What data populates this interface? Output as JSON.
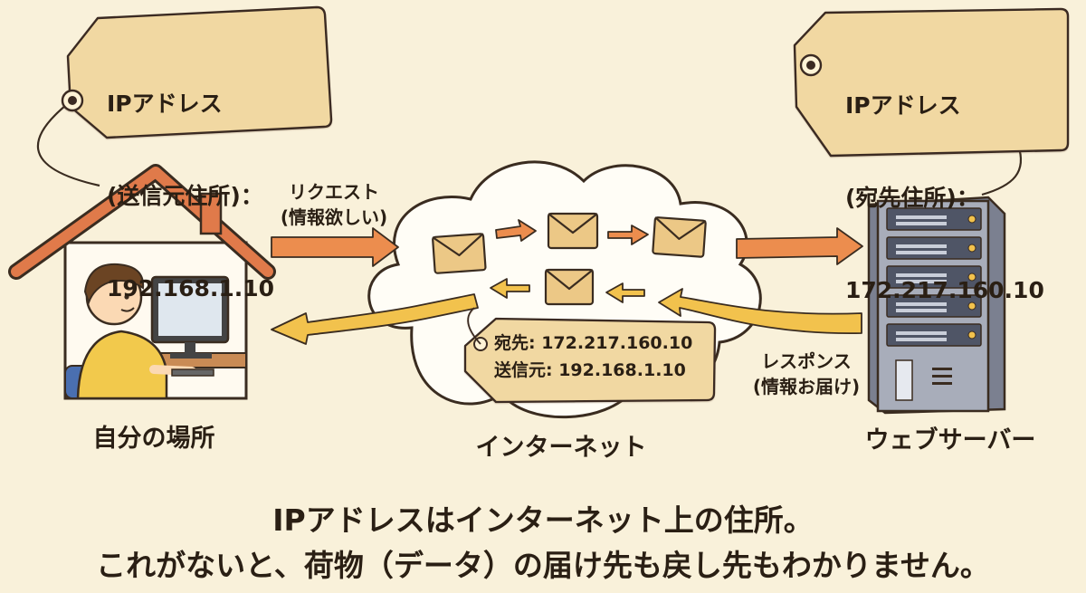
{
  "source_tag": {
    "line1": "IPアドレス",
    "line2": "(送信元住所)：",
    "line3": "192.168.1.10"
  },
  "dest_tag": {
    "line1": "IPアドレス",
    "line2": "(宛先住所)：",
    "line3": "172.217.160.10"
  },
  "request_label": {
    "line1": "リクエスト",
    "line2": "(情報欲しい)"
  },
  "response_label": {
    "line1": "レスポンス",
    "line2": "(情報お届け)"
  },
  "packet_tag": {
    "line1": "宛先: 172.217.160.10",
    "line2": "送信元: 192.168.1.10"
  },
  "home_label": "自分の場所",
  "internet_label": "インターネット",
  "server_label": "ウェブサーバー",
  "caption": {
    "line1": "IPアドレスはインターネット上の住所。",
    "line2": "これがないと、荷物（データ）の届け先も戻し先もわかりません。"
  },
  "colors": {
    "background": "#f9f1da",
    "tag": "#f1d8a2",
    "roof": "#e07a4a",
    "request_arrow": "#ec8d4e",
    "response_arrow": "#f2c24d",
    "envelope": "#ecc886",
    "server": "#8a90a0"
  }
}
